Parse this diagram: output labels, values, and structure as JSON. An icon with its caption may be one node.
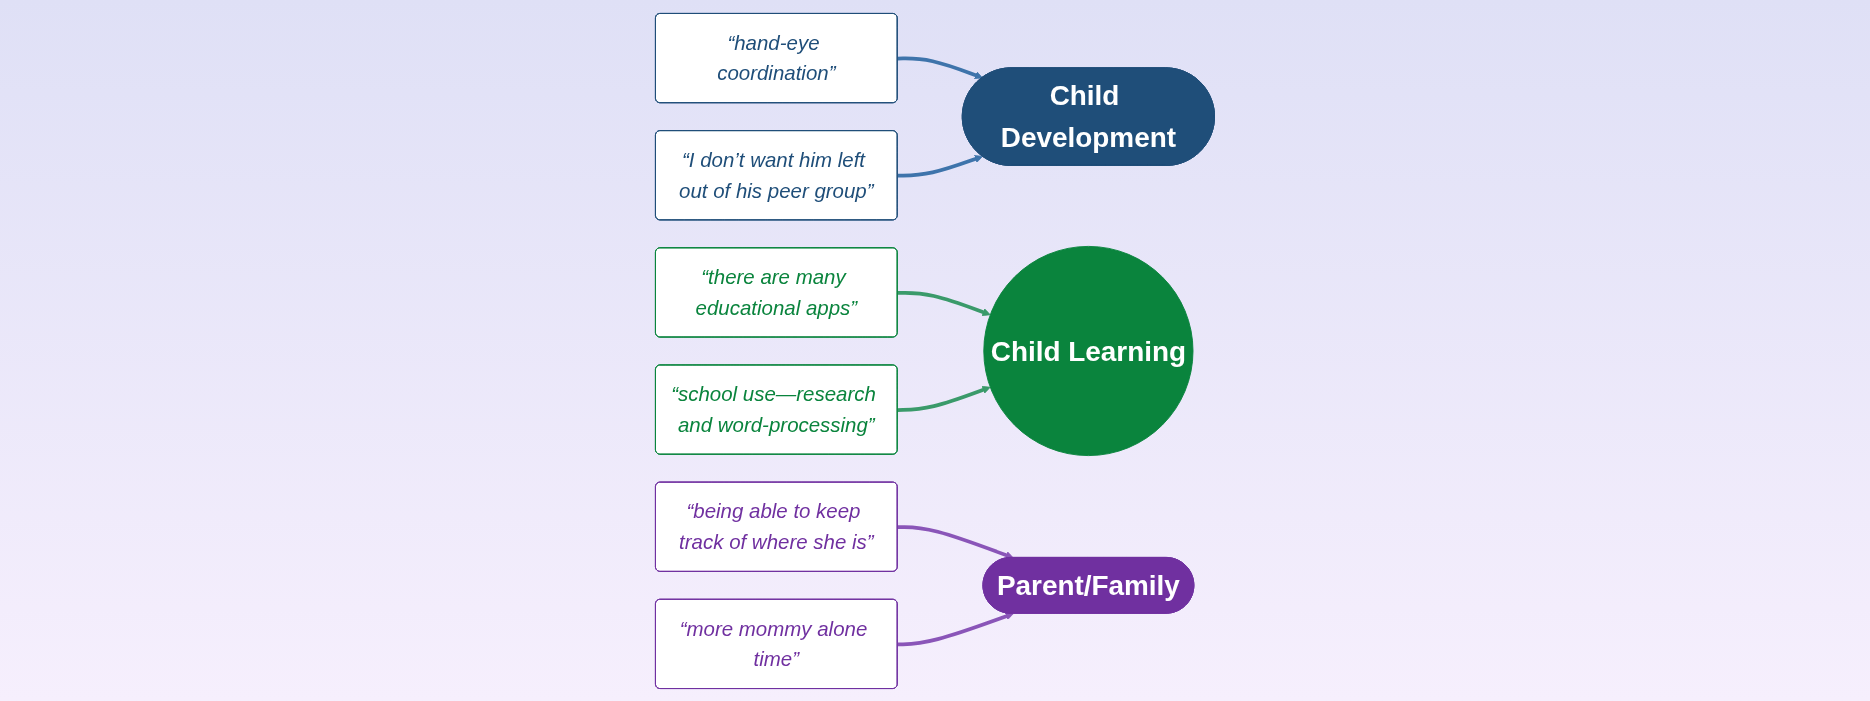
{
  "diagram": {
    "nodes": [
      {
        "text": [
          "Child Development"
        ]
      },
      {
        "text": [
          "Child Learning"
        ]
      },
      {
        "text": [
          "Parent/Family"
        ]
      },
      {
        "text": [
          "“hand-eye coordination”"
        ]
      },
      {
        "text": [
          "“I don’t want him left out of his peer group”"
        ]
      },
      {
        "text": [
          "“there are many educational apps”"
        ]
      },
      {
        "text": [
          "“school use—research and word-processing”"
        ]
      },
      {
        "text": [
          "“being able to keep track of where she is”"
        ]
      },
      {
        "text": [
          "“more mommy alone time”"
        ]
      }
    ],
    "edges": [
      {
        "from": 3,
        "to": 0,
        "arrow": "to",
        "color": "#3e74ab"
      },
      {
        "from": 4,
        "to": 0,
        "arrow": "to",
        "color": "#3e74ab"
      },
      {
        "from": 5,
        "to": 1,
        "arrow": "to",
        "color": "#3a9a6a"
      },
      {
        "from": 6,
        "to": 1,
        "arrow": "to",
        "color": "#3a9a6a"
      },
      {
        "from": 7,
        "to": 2,
        "arrow": "to",
        "color": "#8a55b8"
      },
      {
        "from": 8,
        "to": 2,
        "arrow": "to",
        "color": "#8a55b8"
      }
    ]
  }
}
